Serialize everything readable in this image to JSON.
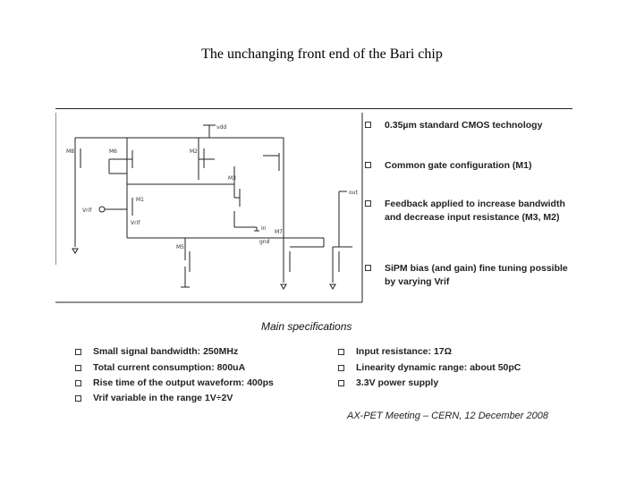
{
  "title": "The unchanging front end of the Bari chip",
  "features": [
    "0.35µm standard CMOS technology",
    "Common gate configuration (M1)",
    "Feedback applied to increase bandwidth and decrease input resistance (M3, M2)",
    "SiPM bias (and gain) fine tuning possible by varying Vrif"
  ],
  "specs_heading": "Main specifications",
  "specs_left": [
    "Small signal bandwidth: 250MHz",
    "Total current consumption: 800uA",
    "Rise time of the output waveform: 400ps",
    "Vrif variable in the range 1V÷2V"
  ],
  "specs_right": [
    "Input resistance: 17Ω",
    "Linearity dynamic range: about 50pC",
    "3.3V power supply"
  ],
  "footer": "AX-PET Meeting – CERN, 12 December 2008",
  "schematic_labels": {
    "vrif": "Vrif",
    "in": "in",
    "out": "out",
    "m1": "M1",
    "m2": "M2",
    "m3": "M3",
    "m5": "M5",
    "m6": "M6",
    "m7": "M7",
    "m8": "M8",
    "vdd": "vdd",
    "gnd": "gnd"
  },
  "colors": {
    "text": "#111111",
    "lines": "#222222",
    "background": "#ffffff"
  }
}
